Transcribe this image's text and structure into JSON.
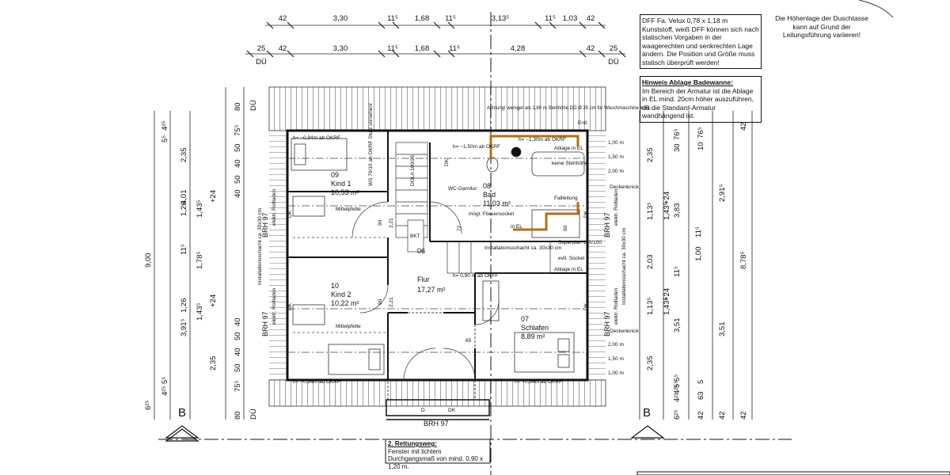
{
  "dims": {
    "top1": [
      "42",
      "3,30",
      "11⁵",
      "1,68",
      "11⁵",
      "3,13⁵",
      "11⁵",
      "1,03",
      "42"
    ],
    "top2": [
      "25",
      "DÜ",
      "42",
      "3,30",
      "11⁵",
      "1,68",
      "11⁵",
      "4,28",
      "42",
      "25",
      "DÜ"
    ],
    "left": [
      "6²⁵",
      "4²⁵",
      "5⁵",
      "2,35",
      "4,01",
      "1,26",
      "1,43⁵",
      "+24",
      "11⁵",
      "9,00",
      "1,78⁵",
      "3,91⁵",
      "1,26",
      "1,43⁵",
      "+24",
      "2,35",
      "4²⁵",
      "5⁵",
      "80",
      "DÜ",
      "75⁵",
      "50",
      "40",
      "50",
      "40",
      "75⁵",
      "50",
      "40",
      "50",
      "40",
      "80",
      "DÜ"
    ],
    "right": [
      "2,35",
      "1,13⁵",
      "2,03",
      "1,13⁵",
      "2,35",
      "3,83",
      "3,51",
      "1,00",
      "11⁵",
      "11⁵",
      "1,43⁵",
      "1,43⁵",
      "2,91⁵",
      "8,78⁵",
      "3,51",
      "6²⁵",
      "4²⁵",
      "5⁵",
      "63",
      "5",
      "42",
      "42",
      "42",
      "42",
      "10",
      "76⁵",
      "30",
      "76⁵",
      "+24",
      "+24",
      "5⁵",
      "4²⁵"
    ]
  },
  "rooms": {
    "kind1": {
      "no": "09",
      "name": "Kind 1",
      "area": "10,53 m²"
    },
    "kind2": {
      "no": "10",
      "name": "Kind 2",
      "area": "10,22 m²"
    },
    "bad": {
      "no": "08",
      "name": "Bad",
      "area": "11,03 m²"
    },
    "flur": {
      "no": "06",
      "name": "Flur",
      "area": "17,27 m²"
    },
    "schlafen": {
      "no": "07",
      "name": "Schlafen",
      "area": "8,89 m²"
    }
  },
  "labels": {
    "brh97": "BRH 97",
    "rollladen": "elektr. Rollladen",
    "dk": "DK",
    "d": "D",
    "mittelpfette": "Mittelpfette",
    "installationsschacht": "Installationsschacht ca. 30x30 cm",
    "installationsschacht_bad": "Installationsschacht ca. 30x30 cm",
    "hs_94_top": "h= ~0,94m ab OKRF",
    "hs_94_bot": "h= ~0,94m ab OKRF",
    "hs_94_schl": "h= ~0,94m ab OKRF",
    "hs_150": "h= ~1,50m ab OKRF",
    "hs_130": "h= ~1,30m ab OKRF",
    "hs_90": "h= 0,90 m ab OKFF",
    "achtung": "Achtung! weniger als 1,80 m Stehhöhe DD Ø 35 cm für Waschmaschine in EL",
    "entl": "Entl.",
    "ablage_el": "Ablage in EL",
    "keine_stehhoehe": "keine Stehhöhe",
    "wc_garnitur": "WC-Garnitur",
    "fliesensockel": "mögl. Fliesensockel",
    "fallleitung": "Fallleitung",
    "in_el": "in EL",
    "superpl": "Superplan 100/100",
    "sockel": "evtl. Sockel",
    "ablage_el2": "Ablage in EL",
    "ws": "WS 70/10 ab OKRF Sturz vorsehen!",
    "dola": "DOLA 100/25",
    "bkt": "BKT",
    "v90a": "90",
    "v221a": "2,21",
    "v90b": "90",
    "v221b": "2,21",
    "v72": "72",
    "v60": "60",
    "v65": "65",
    "deckenknick": "Deckenknick",
    "lv100": "1,00 m",
    "lv150": "1,50 m",
    "lv200": "2,00 m",
    "b_left": "B",
    "b_right": "B",
    "rettung_title": "2. Rettungsweg:",
    "rettung_text": "Fenster mit lichtem Durchgangsmaß von mind. 0,90 x 1,20 m.",
    "note_velux": "DFF Fa. Velux 0,78 x 1,18 m Kunststoff, weiß DFF können sich nach statischen Vorgaben in der waagerechten und senkrechten Lage ändern. Die Position und Größe muss statisch überprüft werden!",
    "note_hoehe": "Die Höhenlage der Duschtasse kann auf Grund der Leitungsführung variieren!",
    "note_ablage_title": "Hinweis Ablage Badewanne:",
    "note_ablage_text": "Im Bereich der Armatur ist die Ablage in EL mind. 20cm höher auszuführen, da die Standard-Armatur wandhängend ist."
  }
}
